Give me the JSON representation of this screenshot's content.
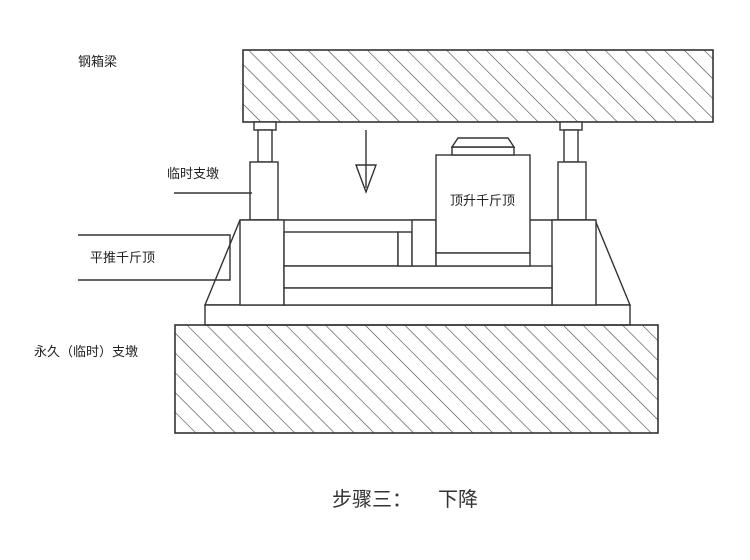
{
  "labels": {
    "steel_box_girder": "钢箱梁",
    "temporary_pier": "临时支墩",
    "jacking_jack": "顶升千斤顶",
    "horizontal_jack": "平推千斤顶",
    "permanent_pier": "永久（临时）支墩"
  },
  "caption": {
    "step": "步骤三：",
    "action": "下降"
  },
  "colors": {
    "line": "#333333",
    "background": "#ffffff"
  }
}
